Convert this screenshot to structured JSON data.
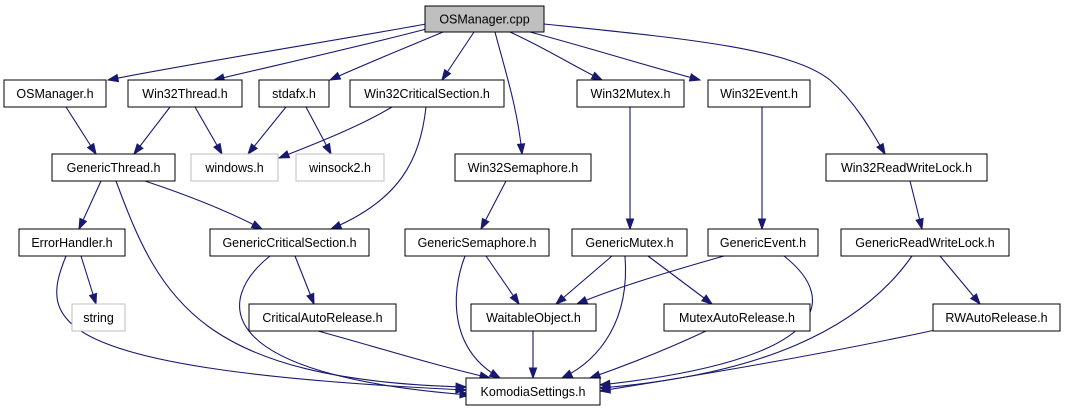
{
  "graph": {
    "nodes": [
      {
        "id": "os_cpp",
        "label": "OSManager.cpp",
        "root": true,
        "external": false
      },
      {
        "id": "os_h",
        "label": "OSManager.h",
        "root": false,
        "external": false
      },
      {
        "id": "w32thread",
        "label": "Win32Thread.h",
        "root": false,
        "external": false
      },
      {
        "id": "stdafx",
        "label": "stdafx.h",
        "root": false,
        "external": false
      },
      {
        "id": "w32cs",
        "label": "Win32CriticalSection.h",
        "root": false,
        "external": false
      },
      {
        "id": "w32mutex",
        "label": "Win32Mutex.h",
        "root": false,
        "external": false
      },
      {
        "id": "w32event",
        "label": "Win32Event.h",
        "root": false,
        "external": false
      },
      {
        "id": "genthread",
        "label": "GenericThread.h",
        "root": false,
        "external": false
      },
      {
        "id": "windows",
        "label": "windows.h",
        "root": false,
        "external": true
      },
      {
        "id": "winsock",
        "label": "winsock2.h",
        "root": false,
        "external": true
      },
      {
        "id": "w32sem",
        "label": "Win32Semaphore.h",
        "root": false,
        "external": false
      },
      {
        "id": "w32rwl",
        "label": "Win32ReadWriteLock.h",
        "root": false,
        "external": false
      },
      {
        "id": "errh",
        "label": "ErrorHandler.h",
        "root": false,
        "external": false
      },
      {
        "id": "gencs",
        "label": "GenericCriticalSection.h",
        "root": false,
        "external": false
      },
      {
        "id": "gensem",
        "label": "GenericSemaphore.h",
        "root": false,
        "external": false
      },
      {
        "id": "genmutex",
        "label": "GenericMutex.h",
        "root": false,
        "external": false
      },
      {
        "id": "genevent",
        "label": "GenericEvent.h",
        "root": false,
        "external": false
      },
      {
        "id": "genrwl",
        "label": "GenericReadWriteLock.h",
        "root": false,
        "external": false
      },
      {
        "id": "string",
        "label": "string",
        "root": false,
        "external": true
      },
      {
        "id": "csar",
        "label": "CriticalAutoRelease.h",
        "root": false,
        "external": false
      },
      {
        "id": "waitobj",
        "label": "WaitableObject.h",
        "root": false,
        "external": false
      },
      {
        "id": "mutexar",
        "label": "MutexAutoRelease.h",
        "root": false,
        "external": false
      },
      {
        "id": "rwar",
        "label": "RWAutoRelease.h",
        "root": false,
        "external": false
      },
      {
        "id": "komodia",
        "label": "KomodiaSettings.h",
        "root": false,
        "external": false
      }
    ],
    "edges": [
      {
        "from": "os_cpp",
        "to": "os_h"
      },
      {
        "from": "os_cpp",
        "to": "w32thread"
      },
      {
        "from": "os_cpp",
        "to": "stdafx"
      },
      {
        "from": "os_cpp",
        "to": "w32cs"
      },
      {
        "from": "os_cpp",
        "to": "w32sem"
      },
      {
        "from": "os_cpp",
        "to": "w32mutex"
      },
      {
        "from": "os_cpp",
        "to": "w32event"
      },
      {
        "from": "os_cpp",
        "to": "w32rwl"
      },
      {
        "from": "os_h",
        "to": "genthread"
      },
      {
        "from": "w32thread",
        "to": "genthread"
      },
      {
        "from": "w32thread",
        "to": "windows"
      },
      {
        "from": "stdafx",
        "to": "windows"
      },
      {
        "from": "stdafx",
        "to": "winsock"
      },
      {
        "from": "w32cs",
        "to": "windows"
      },
      {
        "from": "w32cs",
        "to": "gencs"
      },
      {
        "from": "w32mutex",
        "to": "genmutex"
      },
      {
        "from": "w32event",
        "to": "genevent"
      },
      {
        "from": "w32sem",
        "to": "gensem"
      },
      {
        "from": "w32rwl",
        "to": "genrwl"
      },
      {
        "from": "genthread",
        "to": "errh"
      },
      {
        "from": "genthread",
        "to": "gencs"
      },
      {
        "from": "genthread",
        "to": "komodia"
      },
      {
        "from": "errh",
        "to": "string"
      },
      {
        "from": "errh",
        "to": "komodia"
      },
      {
        "from": "gencs",
        "to": "csar"
      },
      {
        "from": "gencs",
        "to": "komodia"
      },
      {
        "from": "csar",
        "to": "komodia"
      },
      {
        "from": "gensem",
        "to": "waitobj"
      },
      {
        "from": "gensem",
        "to": "komodia"
      },
      {
        "from": "genmutex",
        "to": "waitobj"
      },
      {
        "from": "genmutex",
        "to": "mutexar"
      },
      {
        "from": "genmutex",
        "to": "komodia"
      },
      {
        "from": "genevent",
        "to": "waitobj"
      },
      {
        "from": "genevent",
        "to": "komodia"
      },
      {
        "from": "genrwl",
        "to": "rwar"
      },
      {
        "from": "genrwl",
        "to": "komodia"
      },
      {
        "from": "waitobj",
        "to": "komodia"
      },
      {
        "from": "mutexar",
        "to": "komodia"
      },
      {
        "from": "rwar",
        "to": "komodia"
      }
    ]
  },
  "colors": {
    "edge": "#191970",
    "node_border": "#000000",
    "external_border": "#bfbfbf",
    "external_text": "#808080",
    "root_fill": "#bfbfbf",
    "fill": "#ffffff"
  }
}
